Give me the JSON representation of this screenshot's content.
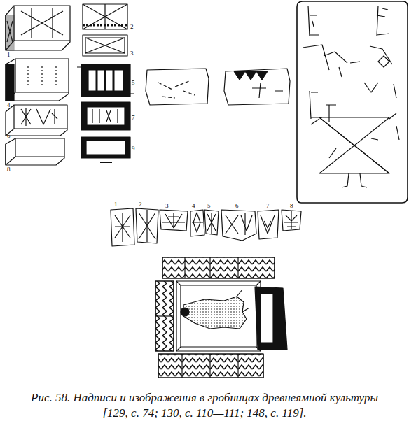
{
  "diagram": {
    "caption": "Рис. 58. Надписи и изображения в гробницах древнеямной культуры [129, с. 74; 130, с. 110—111; 148, с. 119].",
    "labels": [
      "1",
      "2",
      "3",
      "4",
      "5",
      "6",
      "7",
      "8",
      "9",
      "1",
      "2",
      "3",
      "4",
      "5",
      "6",
      "7",
      "8"
    ]
  }
}
